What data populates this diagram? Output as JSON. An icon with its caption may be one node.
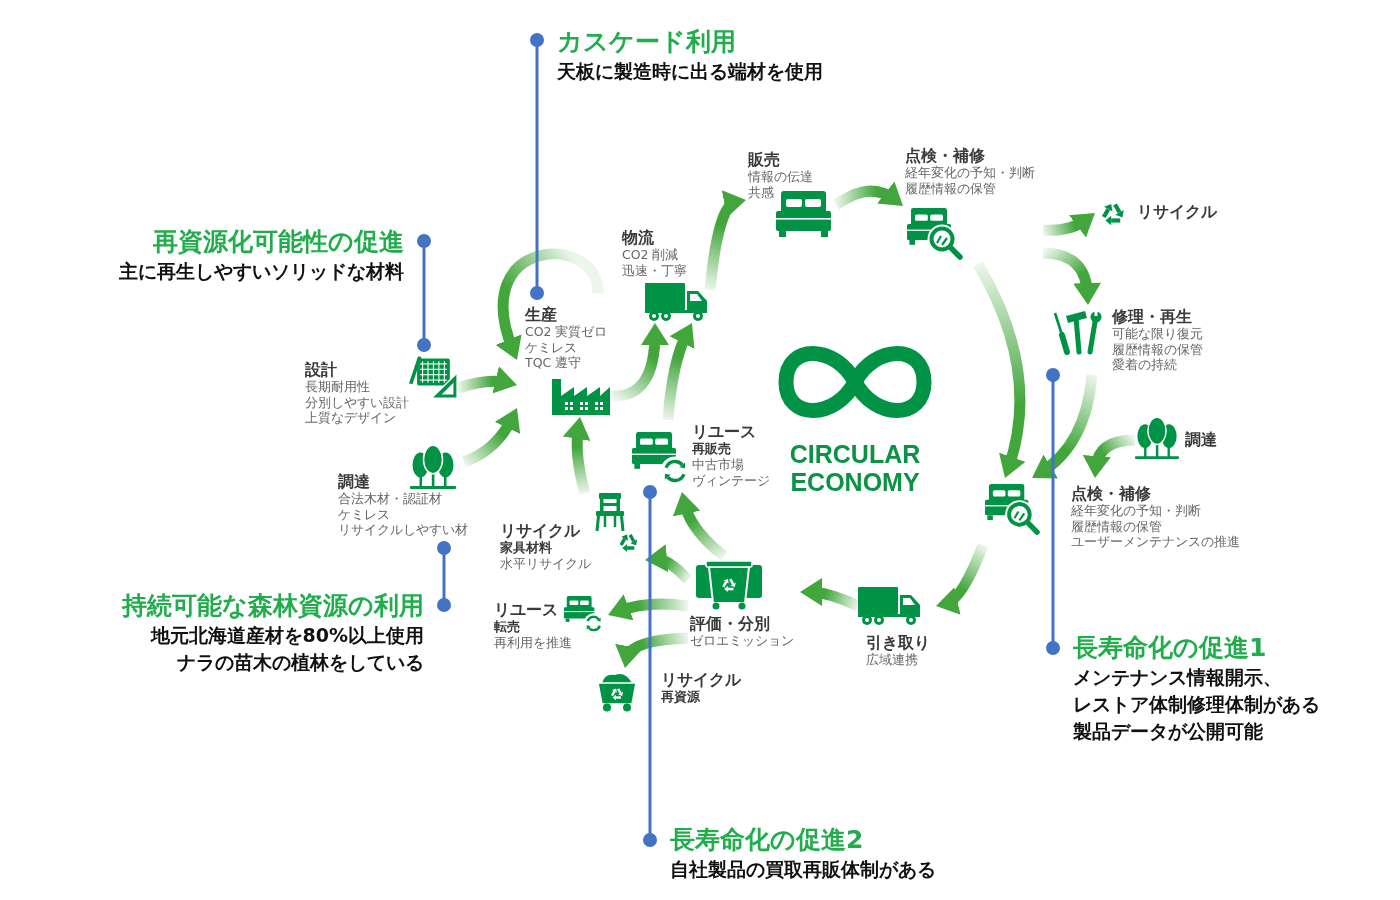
{
  "diagram": {
    "nodes": [
      {
        "text": [
          "設計",
          "長期耐用性",
          "分別しやすい設計",
          "上質なデザイン"
        ]
      },
      {
        "text": [
          "調達",
          "合法木材・認証材",
          "ケミレス",
          "リサイクルしやすい材"
        ]
      },
      {
        "text": [
          "生産",
          "CO2 実質ゼロ",
          "ケミレス",
          "TQC 遵守"
        ]
      },
      {
        "text": [
          "物流",
          "CO2 削減",
          "迅速・丁寧"
        ]
      },
      {
        "text": [
          "販売",
          "情報の伝達",
          "共感"
        ]
      },
      {
        "text": [
          "点検・補修",
          "経年変化の予知・判断",
          "履歴情報の保管"
        ]
      },
      {
        "text": [
          "リサイクル"
        ]
      },
      {
        "text": [
          "修理・再生",
          "可能な限り復元",
          "履歴情報の保管",
          "愛着の持続"
        ]
      },
      {
        "text": [
          "調達"
        ]
      },
      {
        "text": [
          "点検・補修",
          "経年変化の予知・判断",
          "履歴情報の保管",
          "ユーザーメンテナンスの推進"
        ]
      },
      {
        "text": [
          "引き取り",
          "広域連携"
        ]
      },
      {
        "text": [
          "評価・分別",
          "ゼロエミッション"
        ]
      },
      {
        "text": [
          "リユース",
          "再販売",
          "中古市場",
          "ヴィンテージ"
        ]
      },
      {
        "text": [
          "リサイクル",
          "家具材料",
          "水平リサイクル"
        ]
      },
      {
        "text": [
          "リユース",
          "転売",
          "再利用を推進"
        ]
      },
      {
        "text": [
          "リサイクル",
          "再資源"
        ]
      },
      {
        "text": [
          "カスケード利用",
          "天板に製造時に出る端材を使用"
        ]
      },
      {
        "text": [
          "再資源化可能性の促進",
          "主に再生しやすいソリッドな材料"
        ]
      },
      {
        "text": [
          "持続可能な森林資源の利用",
          "地元北海道産材を80%以上使用",
          "ナラの苗木の植林をしている"
        ]
      },
      {
        "text": [
          "長寿命化の促進1",
          "メンテナンス情報開示、",
          "レストア体制修理体制がある",
          "製品データが公開可能"
        ]
      },
      {
        "text": [
          "長寿命化の促進2",
          "自社製品の買取再販体制がある"
        ]
      }
    ],
    "edges": [
      {
        "from": 0,
        "to": 2,
        "arrow": "to"
      },
      {
        "from": 1,
        "to": 2,
        "arrow": "to"
      },
      {
        "from": 2,
        "to": 2,
        "arrow": "to"
      },
      {
        "from": 2,
        "to": 3,
        "arrow": "to"
      },
      {
        "from": 3,
        "to": 4,
        "arrow": "to"
      },
      {
        "from": 4,
        "to": 5,
        "arrow": "to"
      },
      {
        "from": 5,
        "to": 6,
        "arrow": "to"
      },
      {
        "from": 5,
        "to": 7,
        "arrow": "to"
      },
      {
        "from": 5,
        "to": 9,
        "arrow": "to"
      },
      {
        "from": 7,
        "to": 9,
        "arrow": "to"
      },
      {
        "from": 8,
        "to": 9,
        "arrow": "to"
      },
      {
        "from": 9,
        "to": 10,
        "arrow": "to"
      },
      {
        "from": 10,
        "to": 11,
        "arrow": "to"
      },
      {
        "from": 11,
        "to": 12,
        "arrow": "to"
      },
      {
        "from": 11,
        "to": 13,
        "arrow": "to"
      },
      {
        "from": 11,
        "to": 14,
        "arrow": "to"
      },
      {
        "from": 11,
        "to": 15,
        "arrow": "to"
      },
      {
        "from": 12,
        "to": 3,
        "arrow": "to"
      },
      {
        "from": 13,
        "to": 2,
        "arrow": "to"
      },
      {
        "from": 16,
        "to": 2,
        "arrow": "other",
        "color": "#4472c4"
      },
      {
        "from": 17,
        "to": 0,
        "arrow": "other",
        "color": "#4472c4"
      },
      {
        "from": 18,
        "to": 1,
        "arrow": "other",
        "color": "#4472c4"
      },
      {
        "from": 19,
        "to": 7,
        "arrow": "other",
        "color": "#4472c4"
      },
      {
        "from": 20,
        "to": 12,
        "arrow": "other",
        "color": "#4472c4"
      }
    ],
    "labels": [
      "CIRCULAR ECONOMY"
    ]
  }
}
